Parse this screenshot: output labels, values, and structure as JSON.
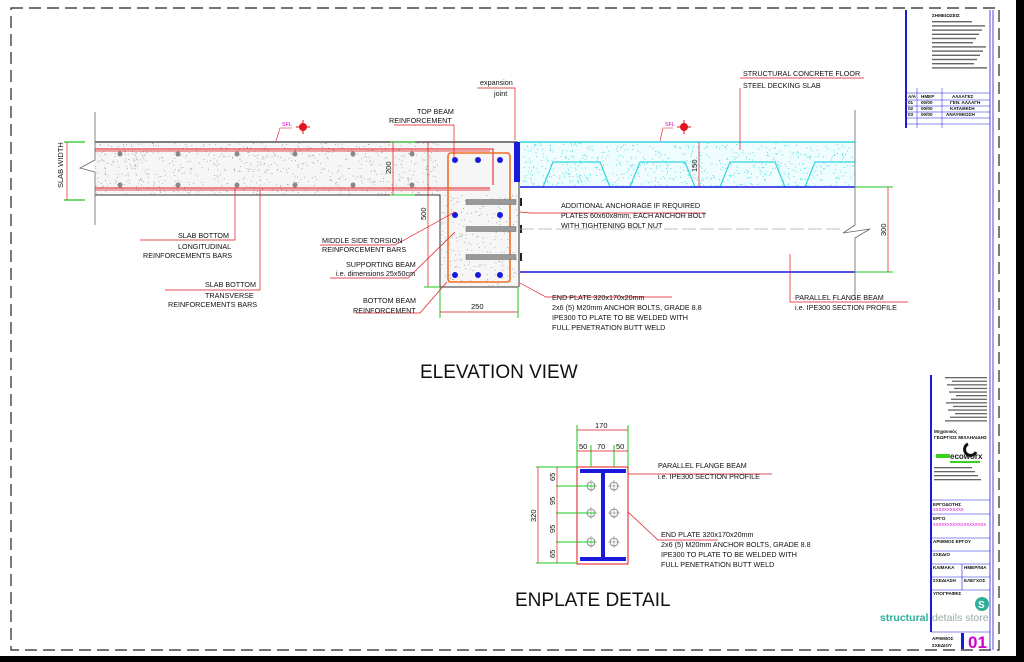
{
  "elevation": {
    "title": "ELEVATION VIEW",
    "labels": {
      "expansion_joint_1": "expansion",
      "expansion_joint_2": "joint",
      "top_beam_1": "TOP BEAM",
      "top_beam_2": "REINFORCEMENT",
      "sfl_left": "SFL",
      "sfl_right": "SFL",
      "slab_width": "SLAB WIDTH",
      "slab_bottom_long_1": "SLAB BOTTOM",
      "slab_bottom_long_2": "LONGITUDINAL",
      "slab_bottom_long_3": "REINFORCEMENTS BARS",
      "slab_bottom_trans_1": "SLAB BOTTOM",
      "slab_bottom_trans_2": "TRANSVERSE",
      "slab_bottom_trans_3": "REINFORCEMENTS BARS",
      "torsion_1": "MIDDLE SIDE TORSION",
      "torsion_2": "REINFORCEMENT BARS",
      "supporting_1": "SUPPORTING BEAM",
      "supporting_2": "i.e. dimensions 25x50cm",
      "bottom_beam_1": "BOTTOM BEAM",
      "bottom_beam_2": "REINFORCEMENT",
      "floor_1": "STRUCTURAL CONCRETE FLOOR",
      "floor_2": "STEEL DECKING SLAB",
      "anchorage_1": "ADDITIONAL ANCHORAGE IF REQUIRED",
      "anchorage_2": "PLATES 60x60x8mm, EACH ANCHOR BOLT",
      "anchorage_3": "WITH TIGHTENING BOLT NUT",
      "endplate_1": "END PLATE 320x170x20mm",
      "endplate_2": "2x6 (5) M20mm ANCHOR BOLTS, GRADE 8.8",
      "endplate_3": "IPE300 TO PLATE TO BE WELDED WITH",
      "endplate_4": "FULL PENETRATION BUTT WELD",
      "pfb_1": "PARALLEL FLANGE BEAM",
      "pfb_2": "i.e. IPE300 SECTION PROFILE"
    },
    "dims": {
      "slab": "200",
      "beam_depth": "500",
      "beam_width": "250",
      "deck": "150",
      "ipe": "300"
    }
  },
  "detail": {
    "title": "ENPLATE DETAIL",
    "dims": {
      "width": "170",
      "w1": "50",
      "w2": "70",
      "w3": "50",
      "height": "320",
      "h1": "65",
      "h2": "95",
      "h3": "95",
      "h4": "65"
    },
    "labels": {
      "pfb_1": "PARALLEL FLANGE BEAM",
      "pfb_2": "i.e. IPE300 SECTION PROFILE",
      "endplate_1": "END PLATE 320x170x20mm",
      "endplate_2": "2x6 (5) M20mm ANCHOR BOLTS, GRADE 8.8",
      "endplate_3": "IPE300 TO PLATE TO BE WELDED WITH",
      "endplate_4": "FULL PENETRATION BUTT WELD"
    }
  },
  "title_block": {
    "notes_heading": "ΣΗΜΕΙΩΣΕΙΣ",
    "rev_headers": [
      "Α/Α",
      "ΗΜΕΡ",
      "ΑΛΛΑΓΕΣ"
    ],
    "revisions": [
      [
        "01",
        "00/00",
        "ΓΕΝ. ΑΛΛΑΓΗ"
      ],
      [
        "02",
        "00/00",
        "ΚΑΤΑΘΕΣΗ"
      ],
      [
        "03",
        "00/00",
        "ΑΝΑΥΘΕΩΣΗ"
      ]
    ],
    "engineer_label": "Μηχανικός",
    "engineer_name": "ΓΕΩΡΓΙΟΣ ΜΙΧΑΗΛΙΔΗΣ",
    "logo_text": "ecoworx",
    "client_label": "ΕΡΓΟΔΟΤΗΣ",
    "project_label": "ΕΡΓΟ",
    "project_no_label": "ΑΡΙΘΜΟΣ ΕΡΓΟΥ",
    "drawing_label": "ΣΧΕΔΙΟ",
    "scale_label": "ΚΛΙΜΑΚΑ",
    "date_label": "ΗΜΕΡ/ΝΙΑ",
    "drawn_label": "ΣΧΕΔΙΑΣΗ",
    "checked_label": "ΕΛΕΓΧΟΣ",
    "signatures_label": "ΥΠΟΓΡΑΦΕΣ",
    "sheet_label_1": "ΑΡΙΘΜΟΣ",
    "sheet_label_2": "ΣΧΕΔΙΟΥ",
    "sheet_number": "01",
    "brand_bold": "structural",
    "brand_light": "details store"
  },
  "colors": {
    "rebar": "#e0141e",
    "dimension": "#1ec81e",
    "steel": "#1a1adc",
    "deck": "#31d6e0",
    "magenta": "#d100c8"
  }
}
